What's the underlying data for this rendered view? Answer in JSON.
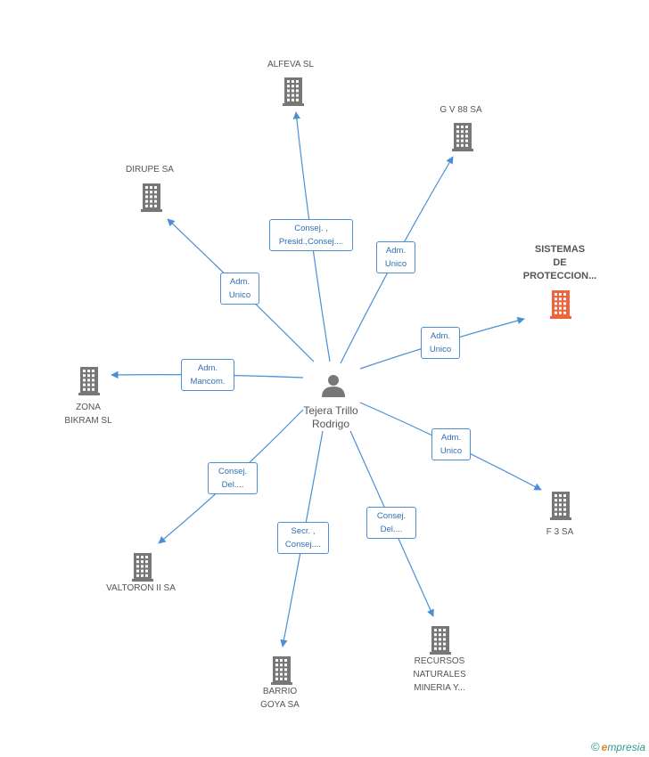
{
  "center": {
    "label": "Tejera Trillo\nRodrigo"
  },
  "companies": [
    {
      "id": "alfeva",
      "label": "ALFEVA SL",
      "highlight": false
    },
    {
      "id": "gv88",
      "label": "G V 88 SA",
      "highlight": false
    },
    {
      "id": "dirupe",
      "label": "DIRUPE SA",
      "highlight": false
    },
    {
      "id": "sistemas",
      "label": "SISTEMAS\nDE\nPROTECCION...",
      "highlight": true
    },
    {
      "id": "zona",
      "label": "ZONA\nBIKRAM SL",
      "highlight": false
    },
    {
      "id": "f3",
      "label": "F 3 SA",
      "highlight": false
    },
    {
      "id": "valtoron",
      "label": "VALTORON II SA",
      "highlight": false
    },
    {
      "id": "recursos",
      "label": "RECURSOS\nNATURALES\nMINERIA Y...",
      "highlight": false
    },
    {
      "id": "barrio",
      "label": "BARRIO\nGOYA SA",
      "highlight": false
    }
  ],
  "edges": [
    {
      "to": "alfeva",
      "label": "Consej. ,\nPresid.,Consej...."
    },
    {
      "to": "gv88",
      "label": "Adm.\nUnico"
    },
    {
      "to": "dirupe",
      "label": "Adm.\nUnico"
    },
    {
      "to": "sistemas",
      "label": "Adm.\nUnico"
    },
    {
      "to": "zona",
      "label": "Adm.\nMancom."
    },
    {
      "to": "f3",
      "label": "Adm.\nUnico"
    },
    {
      "to": "valtoron",
      "label": "Consej.\nDel...."
    },
    {
      "to": "recursos",
      "label": "Consej.\nDel...."
    },
    {
      "to": "barrio",
      "label": "Secr. ,\nConsej...."
    }
  ],
  "colors": {
    "edge": "#4a8fd6",
    "building": "#777777",
    "building_highlight": "#f0643c",
    "person": "#777777"
  },
  "icons": {
    "company": "building-icon",
    "center": "person-icon"
  },
  "watermark": {
    "symbol": "©",
    "brand_initial": "e",
    "brand_rest": "mpresia"
  }
}
